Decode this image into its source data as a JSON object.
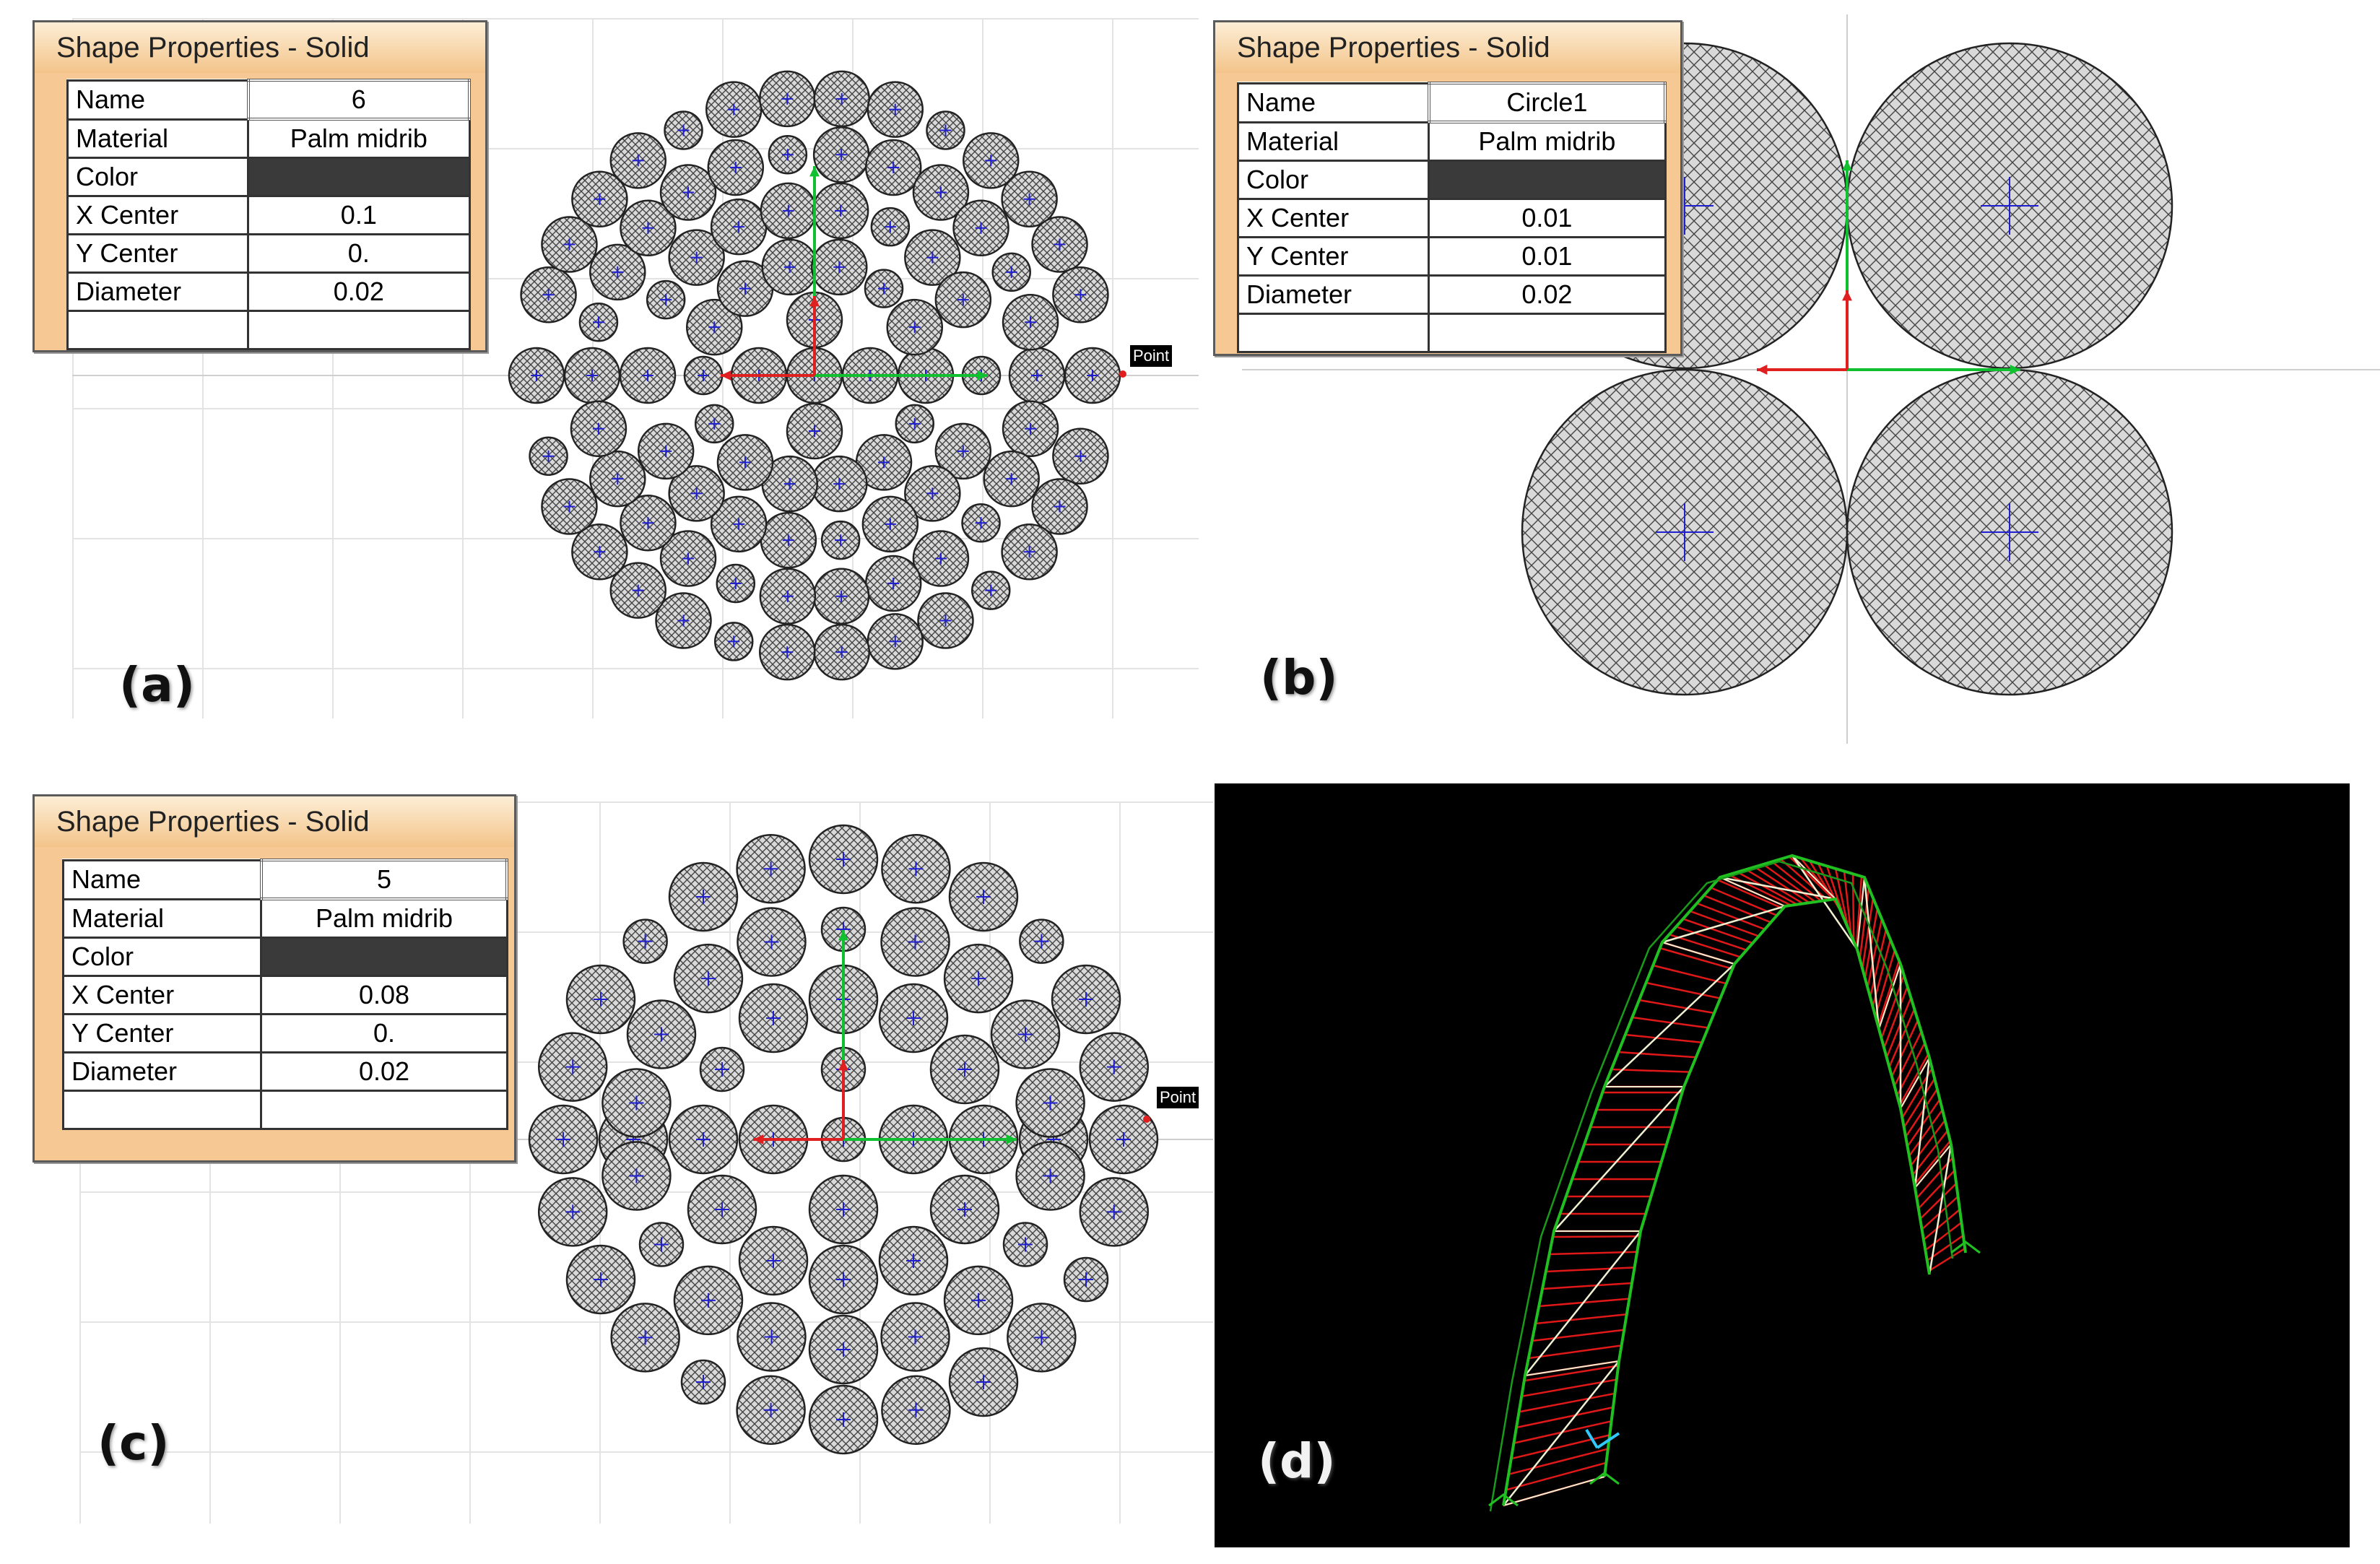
{
  "panels": {
    "a": {
      "label": "(a)",
      "window_title": "Shape Properties - Solid",
      "fields": [
        {
          "key": "Name",
          "value": "6"
        },
        {
          "key": "Material",
          "value": "Palm midrib"
        },
        {
          "key": "Color",
          "value": ""
        },
        {
          "key": "X Center",
          "value": "0.1"
        },
        {
          "key": "Y Center",
          "value": "0."
        },
        {
          "key": "Diameter",
          "value": "0.02"
        }
      ],
      "point_label": "Point"
    },
    "b": {
      "label": "(b)",
      "window_title": "Shape Properties - Solid",
      "fields": [
        {
          "key": "Name",
          "value": "Circle1"
        },
        {
          "key": "Material",
          "value": "Palm midrib"
        },
        {
          "key": "Color",
          "value": ""
        },
        {
          "key": "X Center",
          "value": "0.01"
        },
        {
          "key": "Y Center",
          "value": "0.01"
        },
        {
          "key": "Diameter",
          "value": "0.02"
        }
      ]
    },
    "c": {
      "label": "(c)",
      "window_title": "Shape Properties - Solid",
      "fields": [
        {
          "key": "Name",
          "value": "5"
        },
        {
          "key": "Material",
          "value": "Palm midrib"
        },
        {
          "key": "Color",
          "value": ""
        },
        {
          "key": "X Center",
          "value": "0.08"
        },
        {
          "key": "Y Center",
          "value": "0."
        },
        {
          "key": "Diameter",
          "value": "0.02"
        }
      ],
      "point_label": "Point"
    },
    "d": {
      "label": "(d)"
    }
  },
  "colors": {
    "title_bar": "#f3c48a",
    "color_swatch": "#3a3a3a",
    "hatch": "#555555",
    "axis_red": "#e02020",
    "axis_green": "#10c030",
    "truss_red": "#e01818",
    "truss_green": "#20c020",
    "truss_white": "#f0f0d0",
    "model_background": "#000000"
  },
  "icons": {
    "axis_gizmo": "xyz-axis-icon",
    "circle_center": "plus-marker-icon"
  }
}
